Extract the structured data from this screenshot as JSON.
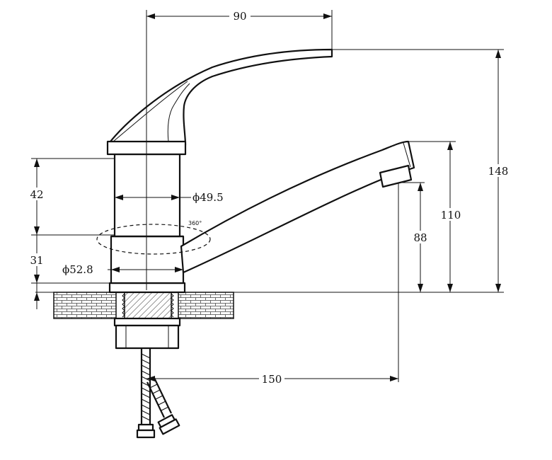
{
  "dimensions": {
    "handle_width": "90",
    "overall_height": "148",
    "spout_height": "110",
    "outlet_height": "88",
    "upper_body_height": "42",
    "lower_body_height": "31",
    "upper_diameter": "ϕ49.5",
    "lower_diameter": "ϕ52.8",
    "spout_reach": "150",
    "rotation": "360°"
  }
}
